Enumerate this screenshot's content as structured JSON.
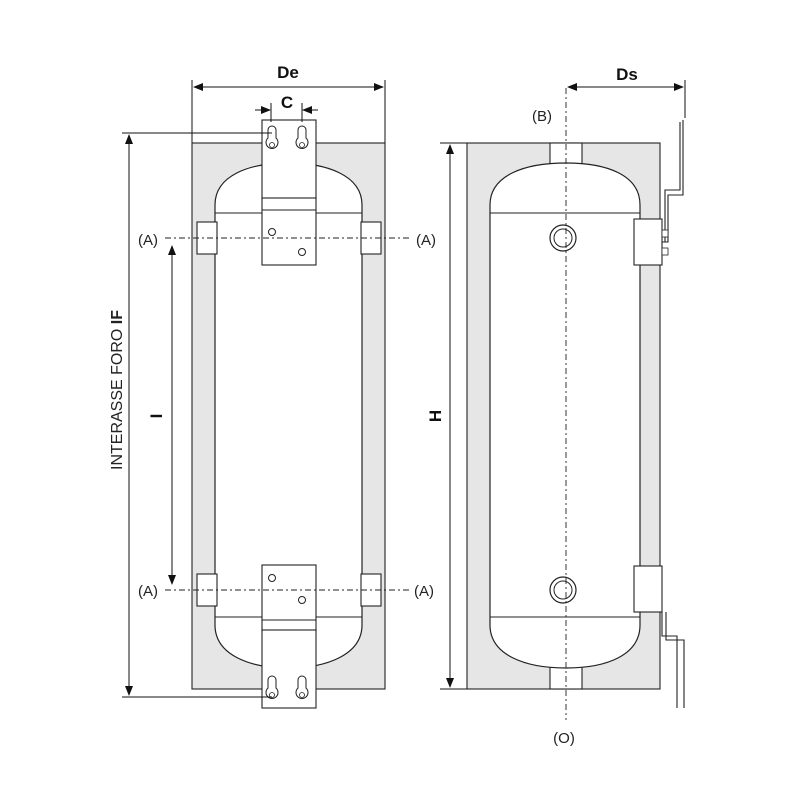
{
  "labels": {
    "de": "De",
    "c": "C",
    "ds": "Ds",
    "i": "I",
    "h": "H",
    "interasse_prefix": "INTERASSE FORO ",
    "interasse_bold": "IF",
    "a": "(A)",
    "b": "(B)",
    "o": "(O)"
  },
  "colors": {
    "insulation": "#e6e6e6",
    "line": "#222222"
  }
}
